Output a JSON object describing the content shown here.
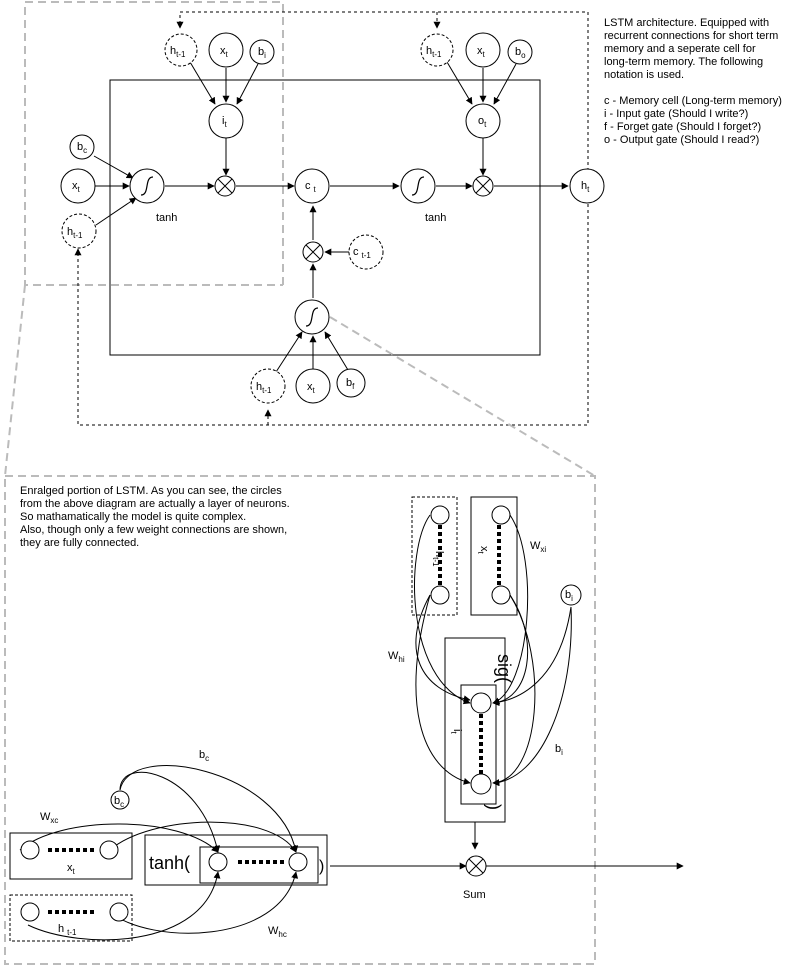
{
  "top_caption": {
    "lines": [
      "LSTM  architecture. Equipped with",
      "recurrent connections for short term",
      "memory and a seperate cell for",
      "long-term memory. The following",
      "notation is used.",
      "",
      "c - Memory cell (Long-term memory)",
      "i - Input gate (Should I write?)",
      "f - Forget gate (Should I forget?)",
      "o - Output gate (Should I read?)"
    ]
  },
  "bottom_caption": {
    "lines": [
      "Enralged portion of LSTM. As you can see, the circles",
      "from the above diagram are actually a layer of neurons.",
      "So mathamatically the model is quite complex.",
      "Also, though only a few weight connections are shown,",
      "they are fully connected."
    ]
  },
  "top_diagram": {
    "nodes": {
      "h_prev": {
        "base": "h",
        "sub": "t-1"
      },
      "x": {
        "base": "x",
        "sub": "t"
      },
      "b_i": {
        "base": "b",
        "sub": "i"
      },
      "b_o": {
        "base": "b",
        "sub": "o"
      },
      "b_c": {
        "base": "b",
        "sub": "c"
      },
      "b_f": {
        "base": "b",
        "sub": "f"
      },
      "i_gate": {
        "base": "i",
        "sub": "t"
      },
      "o_gate": {
        "base": "o",
        "sub": "t"
      },
      "c_cell": {
        "base": "c",
        "sub": "t"
      },
      "c_prev": {
        "base": "c",
        "sub": "t-1"
      },
      "h_out": {
        "base": "h",
        "sub": "t"
      }
    },
    "tanh_label": "tanh"
  },
  "bottom_diagram": {
    "h_layer_label": {
      "base": "h",
      "sub": "t-1"
    },
    "x_layer_label": {
      "base": "x",
      "sub": "t"
    },
    "w_xi": {
      "base": "W",
      "sub": "xi"
    },
    "w_hi": {
      "base": "W",
      "sub": "hi"
    },
    "b_i_node": {
      "base": "b",
      "sub": "i"
    },
    "b_i_label": {
      "base": "b",
      "sub": "i"
    },
    "sig_open": "sig(",
    "sig_close": ")",
    "i_layer_label": {
      "base": "i",
      "sub": "t"
    },
    "b_c_label": {
      "base": "b",
      "sub": "c"
    },
    "b_c_node": {
      "base": "b",
      "sub": "c"
    },
    "w_xc": {
      "base": "W",
      "sub": "xc"
    },
    "x_left_label": {
      "base": "x",
      "sub": "t"
    },
    "h_left_label": {
      "base": "h",
      "sub": "t-1"
    },
    "w_hc": {
      "base": "W",
      "sub": "hc"
    },
    "tanh_open": "tanh(",
    "tanh_close": ")",
    "sum_label": "Sum"
  }
}
